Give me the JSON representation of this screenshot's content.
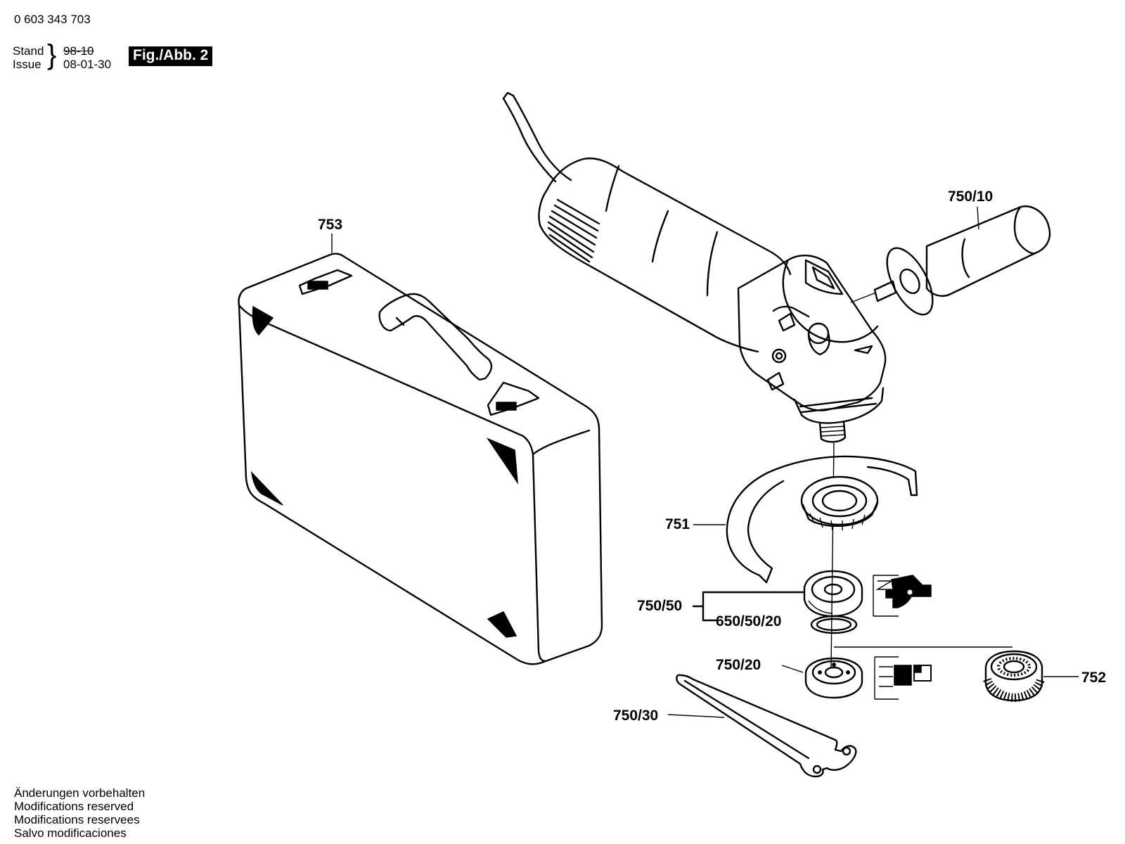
{
  "header": {
    "part_number": "0 603 343 703",
    "stand_label": "Stand",
    "issue_label": "Issue",
    "stand_date_struck": "98-10",
    "issue_date": "08-01-30",
    "fig_label": "Fig./Abb. 2"
  },
  "callouts": {
    "case": "753",
    "aux_handle": "750/10",
    "guard": "751",
    "flange_group": "750/50",
    "o_ring": "650/50/20",
    "clamp_nut": "750/20",
    "quick_nut": "752",
    "spanner": "750/30"
  },
  "footer": {
    "line1": "Änderungen vorbehalten",
    "line2": "Modifications reserved",
    "line3": "Modifications reservees",
    "line4": "Salvo modificaciones"
  }
}
